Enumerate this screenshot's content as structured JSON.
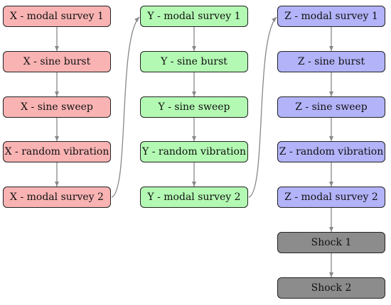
{
  "colors": {
    "x_fill": "#f9b3b3",
    "y_fill": "#b3f9b3",
    "z_fill": "#b3b3f9",
    "shock_fill": "#8c8c8c",
    "edge": "#888888"
  },
  "columns": [
    {
      "axis": "X",
      "steps": [
        "X - modal survey 1",
        "X - sine burst",
        "X - sine sweep",
        "X - random vibration",
        "X - modal survey 2"
      ]
    },
    {
      "axis": "Y",
      "steps": [
        "Y - modal survey 1",
        "Y - sine burst",
        "Y - sine sweep",
        "Y - random vibration",
        "Y - modal survey 2"
      ]
    },
    {
      "axis": "Z",
      "steps": [
        "Z - modal survey 1",
        "Z - sine burst",
        "Z - sine sweep",
        "Z - random vibration",
        "Z - modal survey 2"
      ]
    }
  ],
  "shock": [
    "Shock 1",
    "Shock 2"
  ]
}
